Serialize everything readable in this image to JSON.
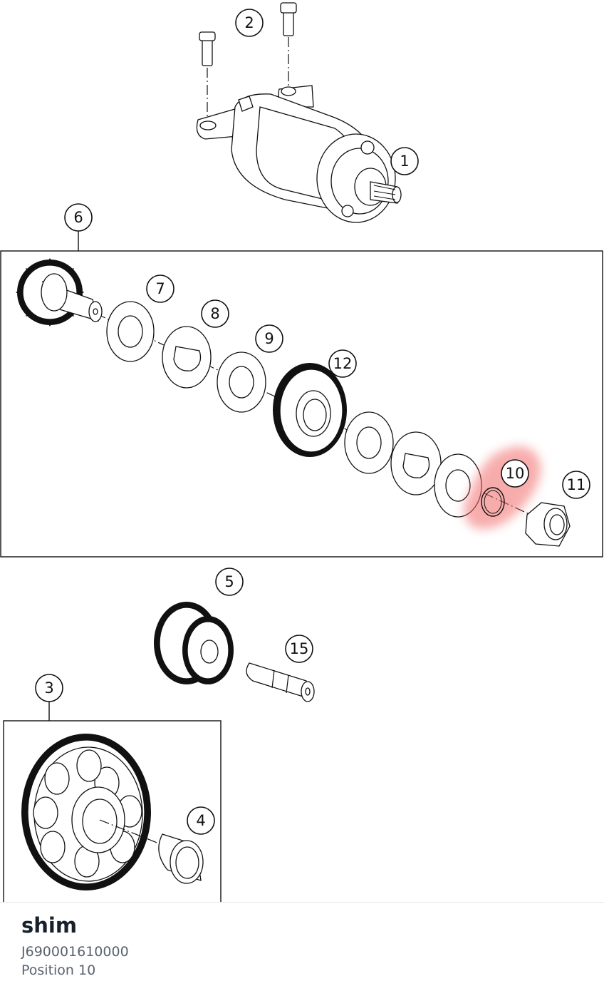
{
  "diagram": {
    "highlight_color": "#f26b6b",
    "callouts": {
      "c1": "1",
      "c2": "2",
      "c3": "3",
      "c4": "4",
      "c5": "5",
      "c6": "6",
      "c7": "7",
      "c8": "8",
      "c9": "9",
      "c10": "10",
      "c11": "11",
      "c12": "12",
      "c15": "15"
    },
    "selected_position": "10"
  },
  "selection": {
    "name": "shim",
    "part_number": "J690001610000",
    "position": "Position 10"
  }
}
